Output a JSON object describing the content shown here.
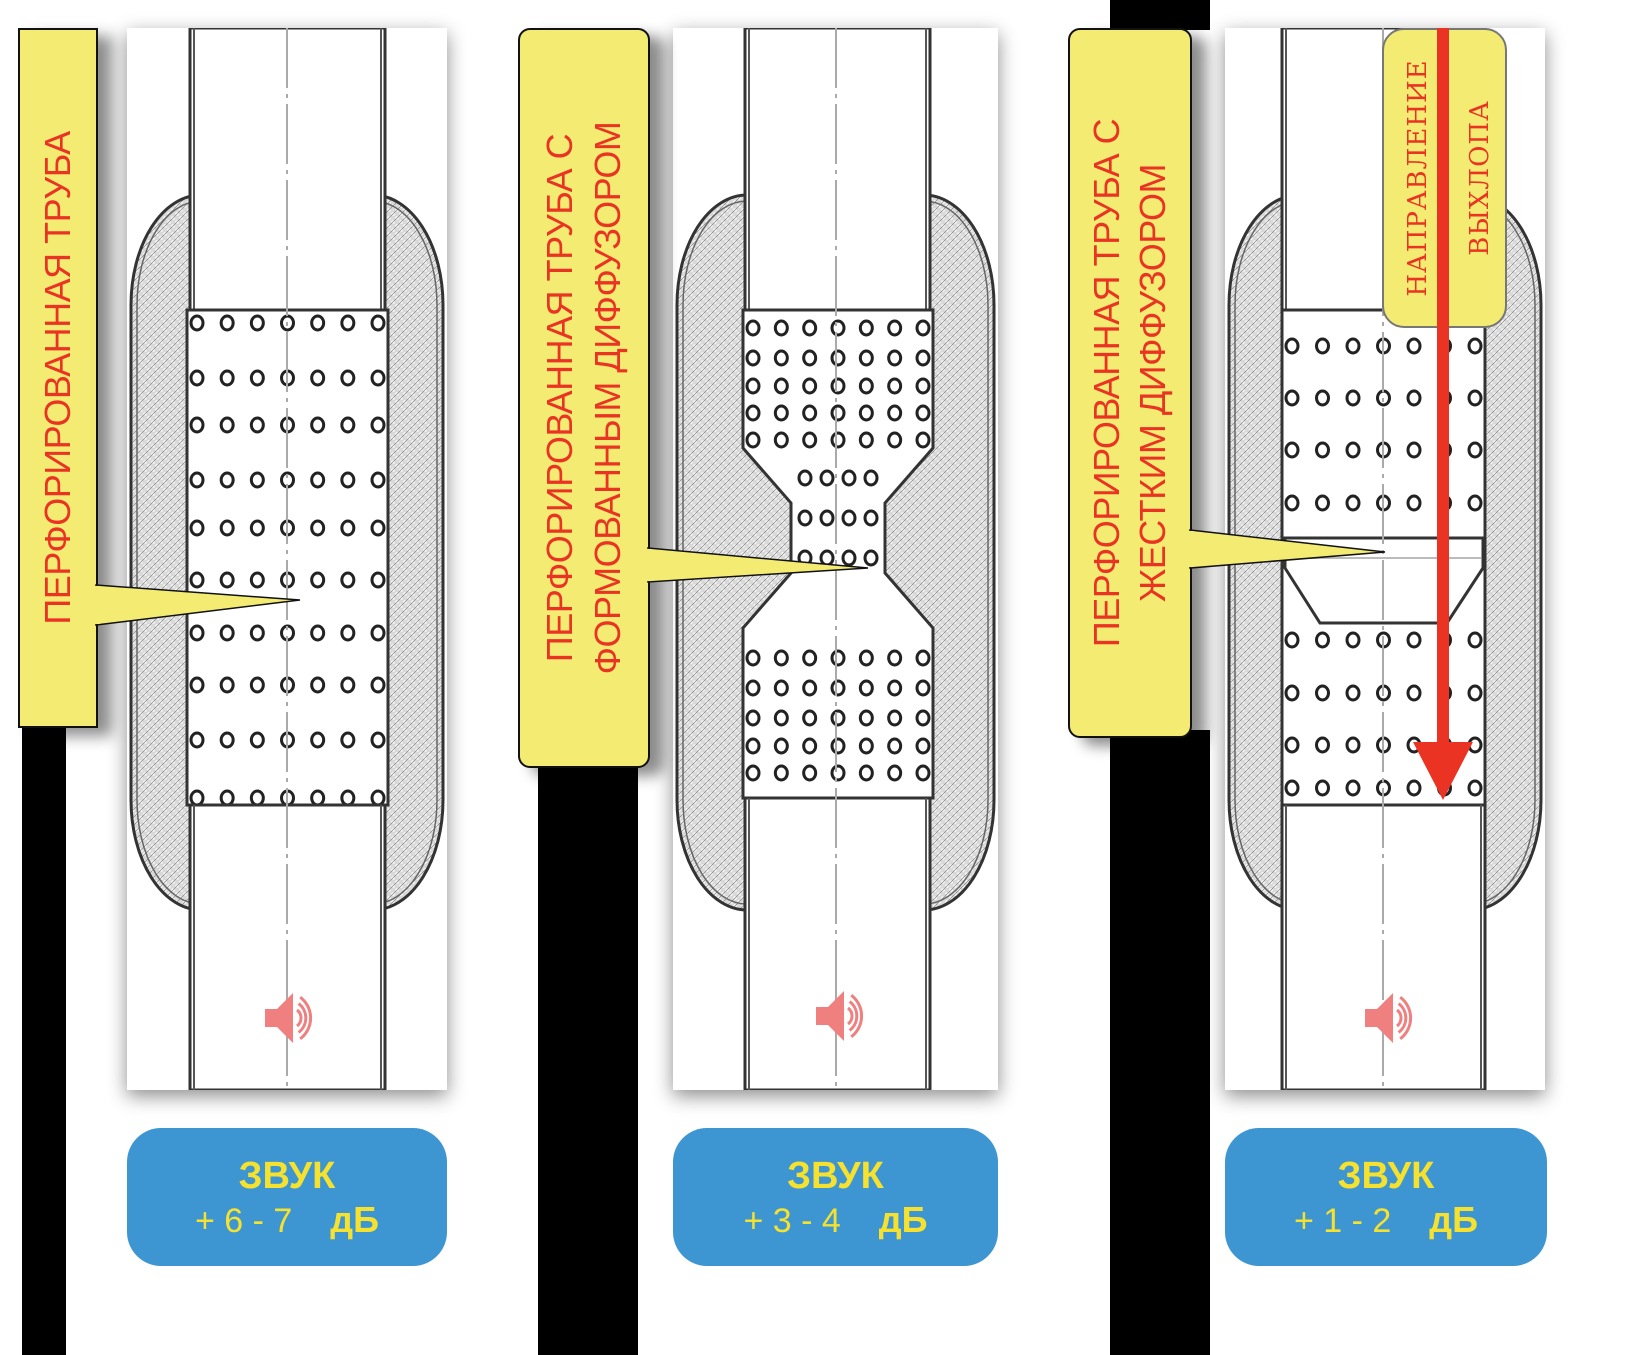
{
  "diagrams": [
    {
      "callout": "ПЕРФОРИРОВАННАЯ ТРУБА",
      "badge": {
        "title": "ЗВУК",
        "value": "+ 6 - 7",
        "unit": "дБ"
      },
      "icon": "speaker-icon"
    },
    {
      "callout_line1": "ПЕРФОРИРОВАННАЯ ТРУБА С",
      "callout_line2": "ФОРМОВАННЫМ ДИФФУЗОРОМ",
      "badge": {
        "title": "ЗВУК",
        "value": "+ 3 - 4",
        "unit": "дБ"
      },
      "icon": "speaker-icon"
    },
    {
      "callout_line1": "ПЕРФОРИРОВАННАЯ ТРУБА С",
      "callout_line2": "ЖЕСТКИМ ДИФФУЗОРОМ",
      "direction_line1": "НАПРАВЛЕНИЕ",
      "direction_line2": "ВЫХЛОПА",
      "badge": {
        "title": "ЗВУК",
        "value": "+ 1 - 2",
        "unit": "дБ"
      },
      "icon": "speaker-icon"
    }
  ],
  "colors": {
    "callout_bg": "#f3eb72",
    "callout_text": "#ea3323",
    "badge_bg": "#3d96d2",
    "badge_text": "#f5e12e",
    "arrow": "#ea3323",
    "speaker": "#f08080"
  }
}
